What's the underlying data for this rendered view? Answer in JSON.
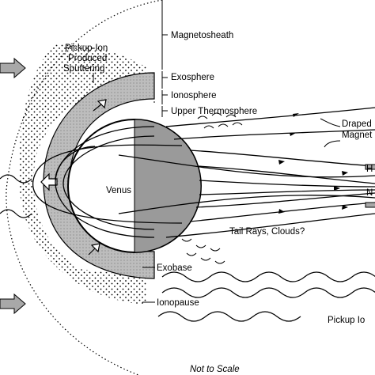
{
  "labels": {
    "magnetosheath": "Magnetosheath",
    "pickup_sputter_1": "Pickup-Ion",
    "pickup_sputter_2": "Produced",
    "pickup_sputter_3": "Sputtering",
    "exosphere": "Exosphere",
    "ionosphere": "Ionosphere",
    "upper_thermosphere": "Upper Thermosphere",
    "draped_1": "Draped",
    "draped_2": "Magnet",
    "right_h": "H",
    "right_n": "N",
    "venus": "Venus",
    "tail_rays": "Tail Rays, Clouds?",
    "exobase": "Exobase",
    "ionopause": "Ionopause",
    "pickup_ions": "Pickup Io",
    "scale_note": "Not to Scale"
  },
  "colors": {
    "stroke": "#000000",
    "shade": "#bfbfbf",
    "night_side": "#9a9a9a",
    "arrow_fill": "#a8a8a8"
  }
}
